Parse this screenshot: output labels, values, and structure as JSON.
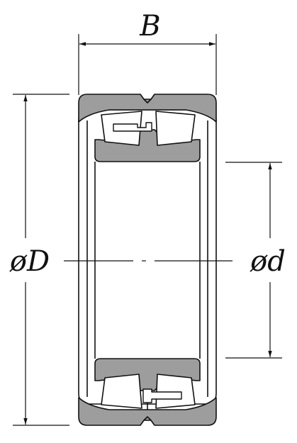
{
  "diagram": {
    "labels": {
      "width": "B",
      "outer_diameter": "øD",
      "bore_diameter": "ød"
    },
    "colors": {
      "ring_fill": "#9d9d9d",
      "line": "#111111",
      "background": "#ffffff"
    }
  }
}
